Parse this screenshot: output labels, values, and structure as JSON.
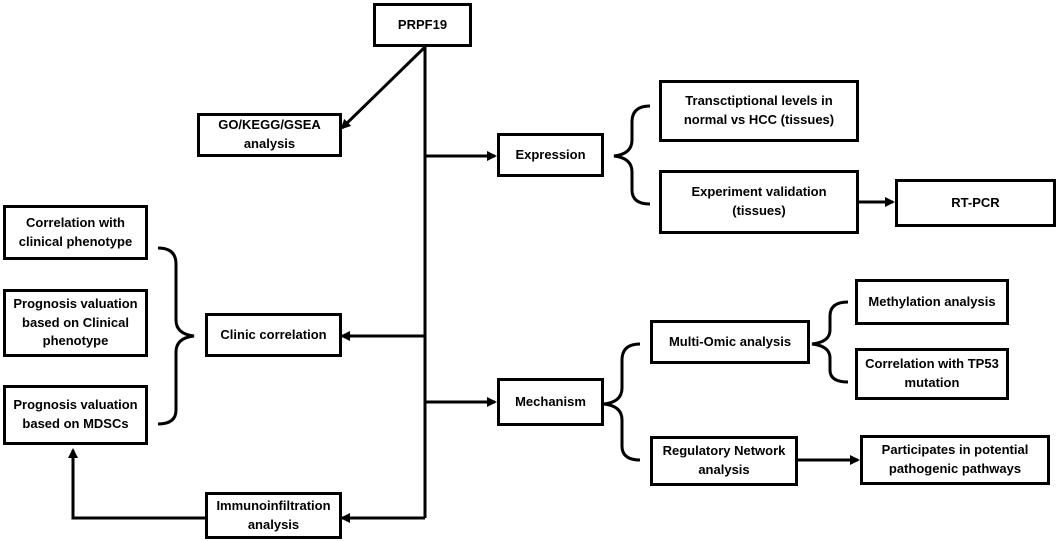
{
  "nodes": {
    "prpf19": "PRPF19",
    "go_kegg": "GO/KEGG/GSEA\nanalysis",
    "expression": "Expression",
    "transcriptional": "Transctiptional levels in\nnormal vs HCC (tissues)",
    "experiment": "Experiment validation (tissues)",
    "rtpcr": "RT-PCR",
    "corr_clinical": "Correlation with\nclinical  phenotype",
    "prognosis_clinical": "Prognosis valuation\nbased on Clinical\nphenotype",
    "prognosis_mdsc": "Prognosis valuation\nbased on MDSCs",
    "clinic": "Clinic correlation",
    "immuno": "Immunoinfiltration\nanalysis",
    "mechanism": "Mechanism",
    "multiomic": "Multi-Omic analysis",
    "methylation": "Methylation analysis",
    "tp53": "Correlation with TP53\nmutation",
    "regulatory": "Regulatory Network\nanalysis",
    "pathways": "Participates in potential\npathogenic pathways"
  }
}
